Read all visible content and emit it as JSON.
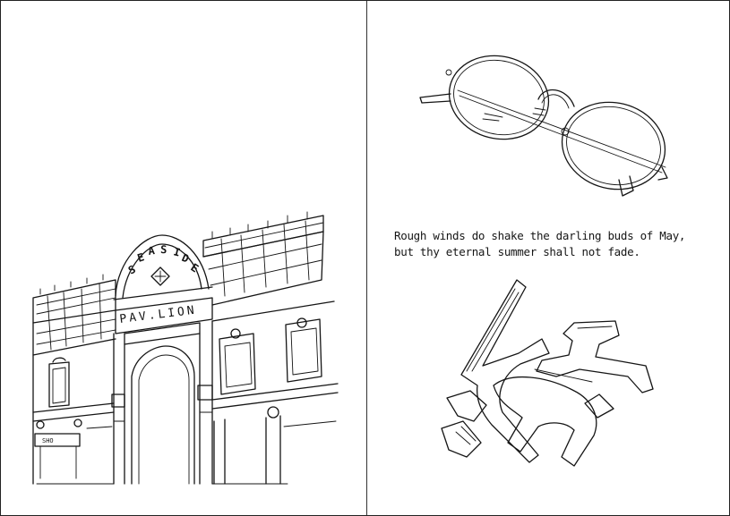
{
  "left_page": {
    "illustration": "seaside-pavilion",
    "sign": {
      "arch_text": "SEASIDE",
      "lintel_text": "PAV.LION",
      "shopfront_text": "SHO"
    }
  },
  "right_page": {
    "top_illustration": "glasses-icon",
    "bottom_illustration": "hair-clips-icon",
    "quote_lines": [
      "Rough winds do shake the darling buds of May,",
      "but thy eternal summer shall not fade."
    ]
  },
  "colors": {
    "ink": "#151515",
    "paper": "#ffffff"
  }
}
